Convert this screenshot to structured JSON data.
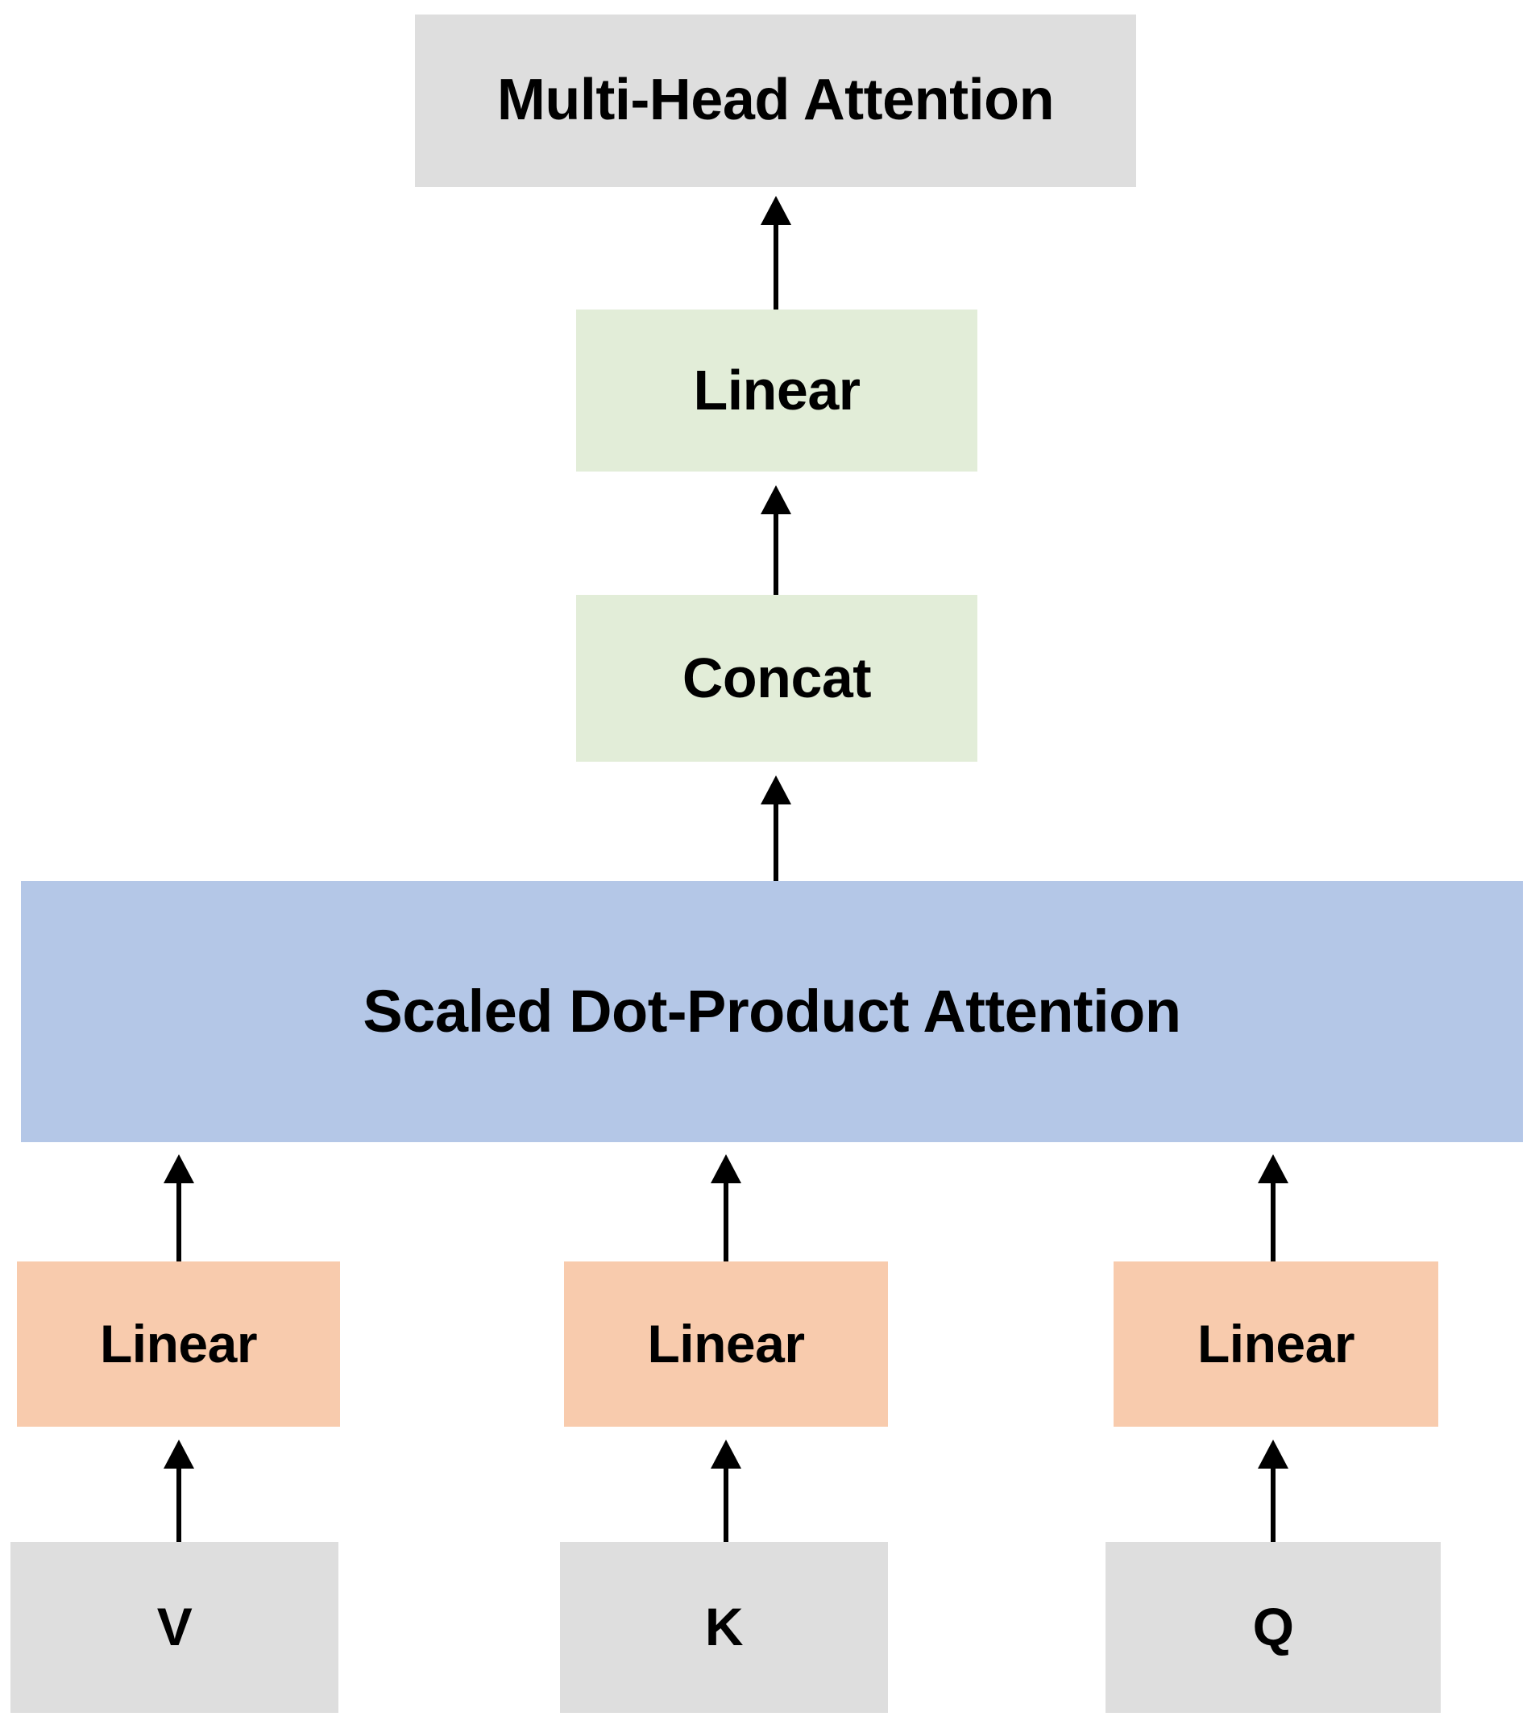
{
  "diagram": {
    "title": "Multi-Head Attention",
    "type": "flowchart",
    "colors": {
      "gray": "#DEDEDE",
      "green": "#E2EDD8",
      "blue": "#B4C7E7",
      "orange": "#F8CBAD",
      "arrow": "#000000",
      "background": "#FFFFFF",
      "text": "#000000"
    },
    "nodes": {
      "multi_head_attention": {
        "label": "Multi-Head Attention",
        "color": "gray"
      },
      "linear_output": {
        "label": "Linear",
        "color": "green"
      },
      "concat": {
        "label": "Concat",
        "color": "green"
      },
      "scaled_dot_product_attention": {
        "label": "Scaled Dot-Product Attention",
        "color": "blue"
      },
      "linear_v": {
        "label": "Linear",
        "color": "orange"
      },
      "linear_k": {
        "label": "Linear",
        "color": "orange"
      },
      "linear_q": {
        "label": "Linear",
        "color": "orange"
      },
      "input_v": {
        "label": "V",
        "color": "gray"
      },
      "input_k": {
        "label": "K",
        "color": "gray"
      },
      "input_q": {
        "label": "Q",
        "color": "gray"
      }
    },
    "edges": [
      {
        "from": "input_v",
        "to": "linear_v",
        "style": "arrow-up"
      },
      {
        "from": "input_k",
        "to": "linear_k",
        "style": "arrow-up"
      },
      {
        "from": "input_q",
        "to": "linear_q",
        "style": "arrow-up"
      },
      {
        "from": "linear_v",
        "to": "scaled_dot_product_attention",
        "style": "arrow-up"
      },
      {
        "from": "linear_k",
        "to": "scaled_dot_product_attention",
        "style": "arrow-up"
      },
      {
        "from": "linear_q",
        "to": "scaled_dot_product_attention",
        "style": "arrow-up"
      },
      {
        "from": "scaled_dot_product_attention",
        "to": "concat",
        "style": "arrow-up"
      },
      {
        "from": "concat",
        "to": "linear_output",
        "style": "arrow-up"
      },
      {
        "from": "linear_output",
        "to": "multi_head_attention",
        "style": "arrow-up"
      }
    ]
  }
}
